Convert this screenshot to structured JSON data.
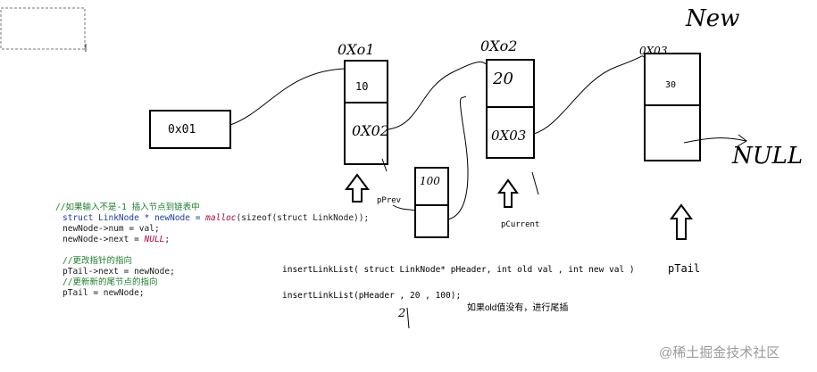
{
  "nodes": {
    "head_box_value": "0x01",
    "node1": {
      "address": "0Xo1",
      "value": "10",
      "next": "0X02"
    },
    "node2": {
      "address": "0Xo2",
      "value": "20",
      "next": "0X03"
    },
    "node3": {
      "address": "0X03",
      "value": "30",
      "title": "New"
    },
    "new_node_value": "100"
  },
  "labels": {
    "pPrev": "pPrev",
    "pCurrent": "pCurrent",
    "pTail": "pTail",
    "null": "NULL"
  },
  "code": {
    "comment1": "//如果输入不是-1  插入节点到链表中",
    "line1_a": "struct LinkNode * newNode = ",
    "line1_fn": "malloc",
    "line1_b": "(sizeof(struct LinkNode));",
    "line2": "newNode->num = val;",
    "line3_a": "newNode->next = ",
    "line3_b": "NULL",
    "line3_c": ";",
    "comment2": "//更改指针的指向",
    "line4": "pTail->next = newNode;",
    "comment3": "//更新新的尾节点的指向",
    "line5": "pTail = newNode;"
  },
  "signature": "insertLinkList( struct LinkNode* pHeader, int old val , int new val )",
  "call": "insertLinkList(pHeader , 20 , 100);",
  "note": "如果old值没有，进行尾插",
  "handnote": "2",
  "watermark": "@稀土掘金技术社区"
}
